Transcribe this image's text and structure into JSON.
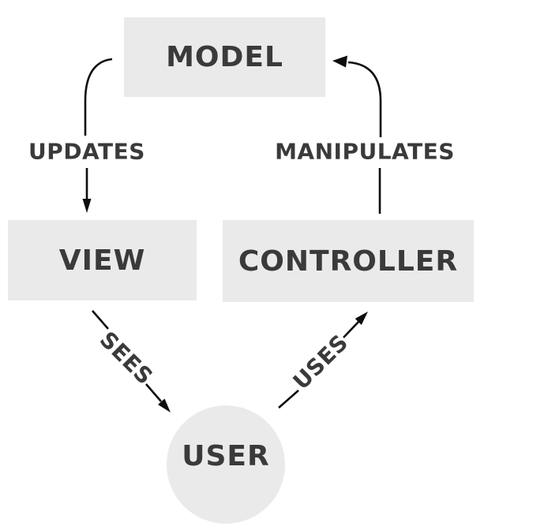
{
  "diagram": {
    "nodes": {
      "model": {
        "label": "MODEL"
      },
      "view": {
        "label": "VIEW"
      },
      "controller": {
        "label": "CONTROLLER"
      },
      "user": {
        "label": "USER"
      }
    },
    "edges": {
      "updates": {
        "label": "UPDATES",
        "from": "MODEL",
        "to": "VIEW"
      },
      "manipulates": {
        "label": "MANIPULATES",
        "from": "CONTROLLER",
        "to": "MODEL"
      },
      "sees": {
        "label": "SEES",
        "from": "VIEW",
        "to": "USER"
      },
      "uses": {
        "label": "USES",
        "from": "USER",
        "to": "CONTROLLER"
      }
    },
    "colors": {
      "background": "#ffffff",
      "node_fill": "#eaeaea",
      "text": "#3a3a3a",
      "arrow": "#0d0d0d"
    }
  }
}
